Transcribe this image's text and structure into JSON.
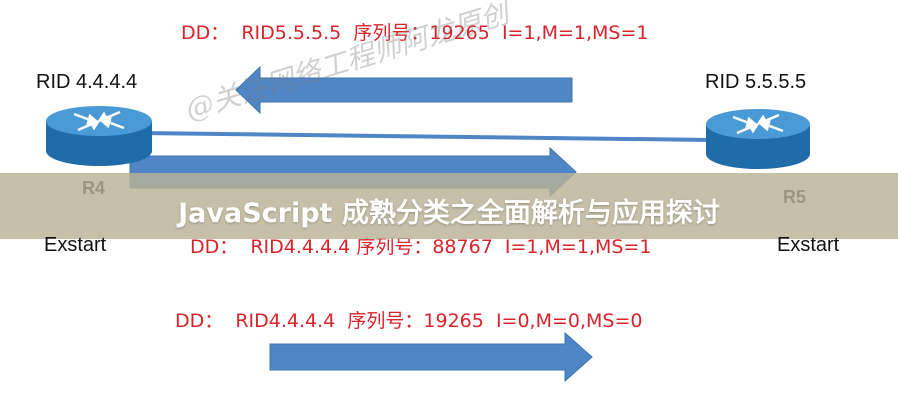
{
  "lines": {
    "top": {
      "dd": "DD：",
      "rid": "RID5.5.5.5",
      "seq_label": "序列号：",
      "seq": "19265",
      "flags": "I=1,M=1,MS=1"
    },
    "middle": {
      "dd": "DD：",
      "rid": "RID4.4.4.4",
      "seq_label": "序列号：",
      "seq": "88767",
      "flags": "I=1,M=1,MS=1"
    },
    "bottom": {
      "dd": "DD：",
      "rid": "RID4.4.4.4",
      "seq_label": "序列号：",
      "seq": "19265",
      "flags": "I=0,M=0,MS=0"
    }
  },
  "routers": {
    "left": {
      "rid": "RID 4.4.4.4",
      "name": "R4",
      "state": "Exstart"
    },
    "right": {
      "rid": "RID 5.5.5.5",
      "name": "R5",
      "state": "Exstart"
    }
  },
  "watermark": "@关注网络工程师阿龙原创",
  "banner_title": "JavaScript 成熟分类之全面解析与应用探讨",
  "colors": {
    "red_text": "#d9242a",
    "arrow_blue": "#4f86c6",
    "router_blue": "#2f7fbf",
    "banner": "#bab296"
  }
}
